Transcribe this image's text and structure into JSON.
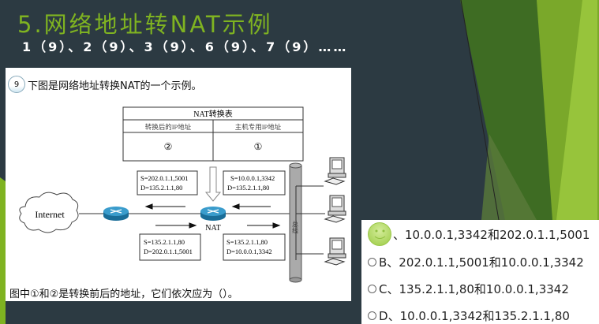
{
  "slide": {
    "title": "5.网络地址转NAT示例",
    "subtitle": "1（9）、2（9）、3（9）、6（9）、7（9）……",
    "colors": {
      "background": "#2c3a42",
      "title": "#7fb321",
      "accent_greens": [
        "#3f6f22",
        "#7aa82a",
        "#97c43b"
      ]
    }
  },
  "question": {
    "number": "9",
    "stem": "下图是网络地址转换NAT的一个示例。",
    "caption": "图中①和②是转换前后的地址，它们依次应为（）。"
  },
  "diagram": {
    "table_title": "NAT转换表",
    "col_left": "转换后的IP地址",
    "col_right": "主机专用IP地址",
    "cell_left": "②",
    "cell_right": "①",
    "box_top_left": [
      "S=202.0.1.1,5001",
      "D=135.2.1.1,80"
    ],
    "box_top_right": [
      "S=10.0.0.1,3342",
      "D=135.2.1.1,80"
    ],
    "box_bottom_left": [
      "S=135.2.1.1,80",
      "D=202.0.1.1,5001"
    ],
    "box_bottom_right": [
      "S=135.2.1.1,80",
      "D=10.0.0.1,3342"
    ],
    "internet_label": "Internet",
    "nat_label": "NAT",
    "bus_label": "总线"
  },
  "options": [
    {
      "letter": "",
      "text": "、10.0.0.1,3342和202.0.1.1,5001",
      "icon": "smiley-icon",
      "selected": true
    },
    {
      "letter": "B",
      "text": "、202.0.1.1,5001和10.0.0.1,3342",
      "icon": "radio-icon",
      "selected": false
    },
    {
      "letter": "C",
      "text": "、135.2.1.1,80和10.0.0.1,3342",
      "icon": "radio-icon",
      "selected": false
    },
    {
      "letter": "D",
      "text": "、10.0.0.1,3342和135.2.1.1,80",
      "icon": "radio-icon",
      "selected": false
    }
  ]
}
